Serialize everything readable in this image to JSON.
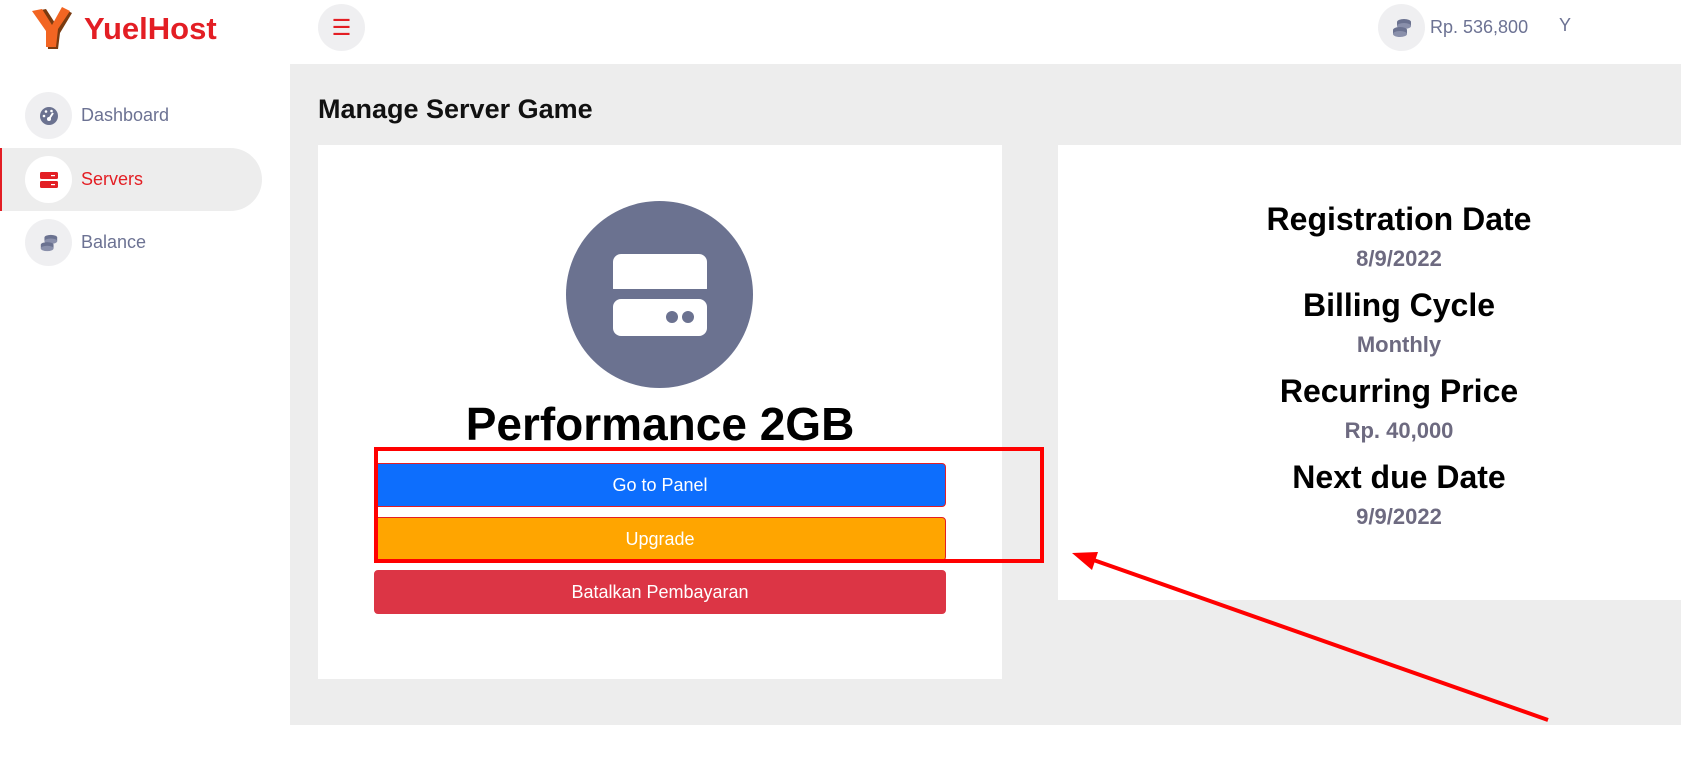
{
  "brand": {
    "name": "YuelHost"
  },
  "header": {
    "menu_icon": "hamburger-icon",
    "balance": "Rp. 536,800",
    "user_initial": "Y"
  },
  "sidebar": {
    "items": [
      {
        "label": "Dashboard",
        "icon": "dashboard-gauge-icon",
        "active": false
      },
      {
        "label": "Servers",
        "icon": "server-icon",
        "active": true
      },
      {
        "label": "Balance",
        "icon": "coins-icon",
        "active": false
      }
    ]
  },
  "main": {
    "title": "Manage Server Game",
    "server": {
      "plan_name": "Performance 2GB",
      "icon": "server-icon",
      "buttons": {
        "panel": "Go to Panel",
        "upgrade": "Upgrade",
        "cancel": "Batalkan Pembayaran"
      }
    },
    "details": [
      {
        "label": "Registration Date",
        "value": "8/9/2022"
      },
      {
        "label": "Billing Cycle",
        "value": "Monthly"
      },
      {
        "label": "Recurring Price",
        "value": "Rp. 40,000"
      },
      {
        "label": "Next due Date",
        "value": "9/9/2022"
      }
    ]
  },
  "colors": {
    "brand_red": "#e31e24",
    "primary": "#0d6efd",
    "warning": "#ffa500",
    "danger": "#dc3545",
    "avatar": "#6b7290",
    "muted_text": "#6c7293",
    "annotation": "#ff0000"
  }
}
